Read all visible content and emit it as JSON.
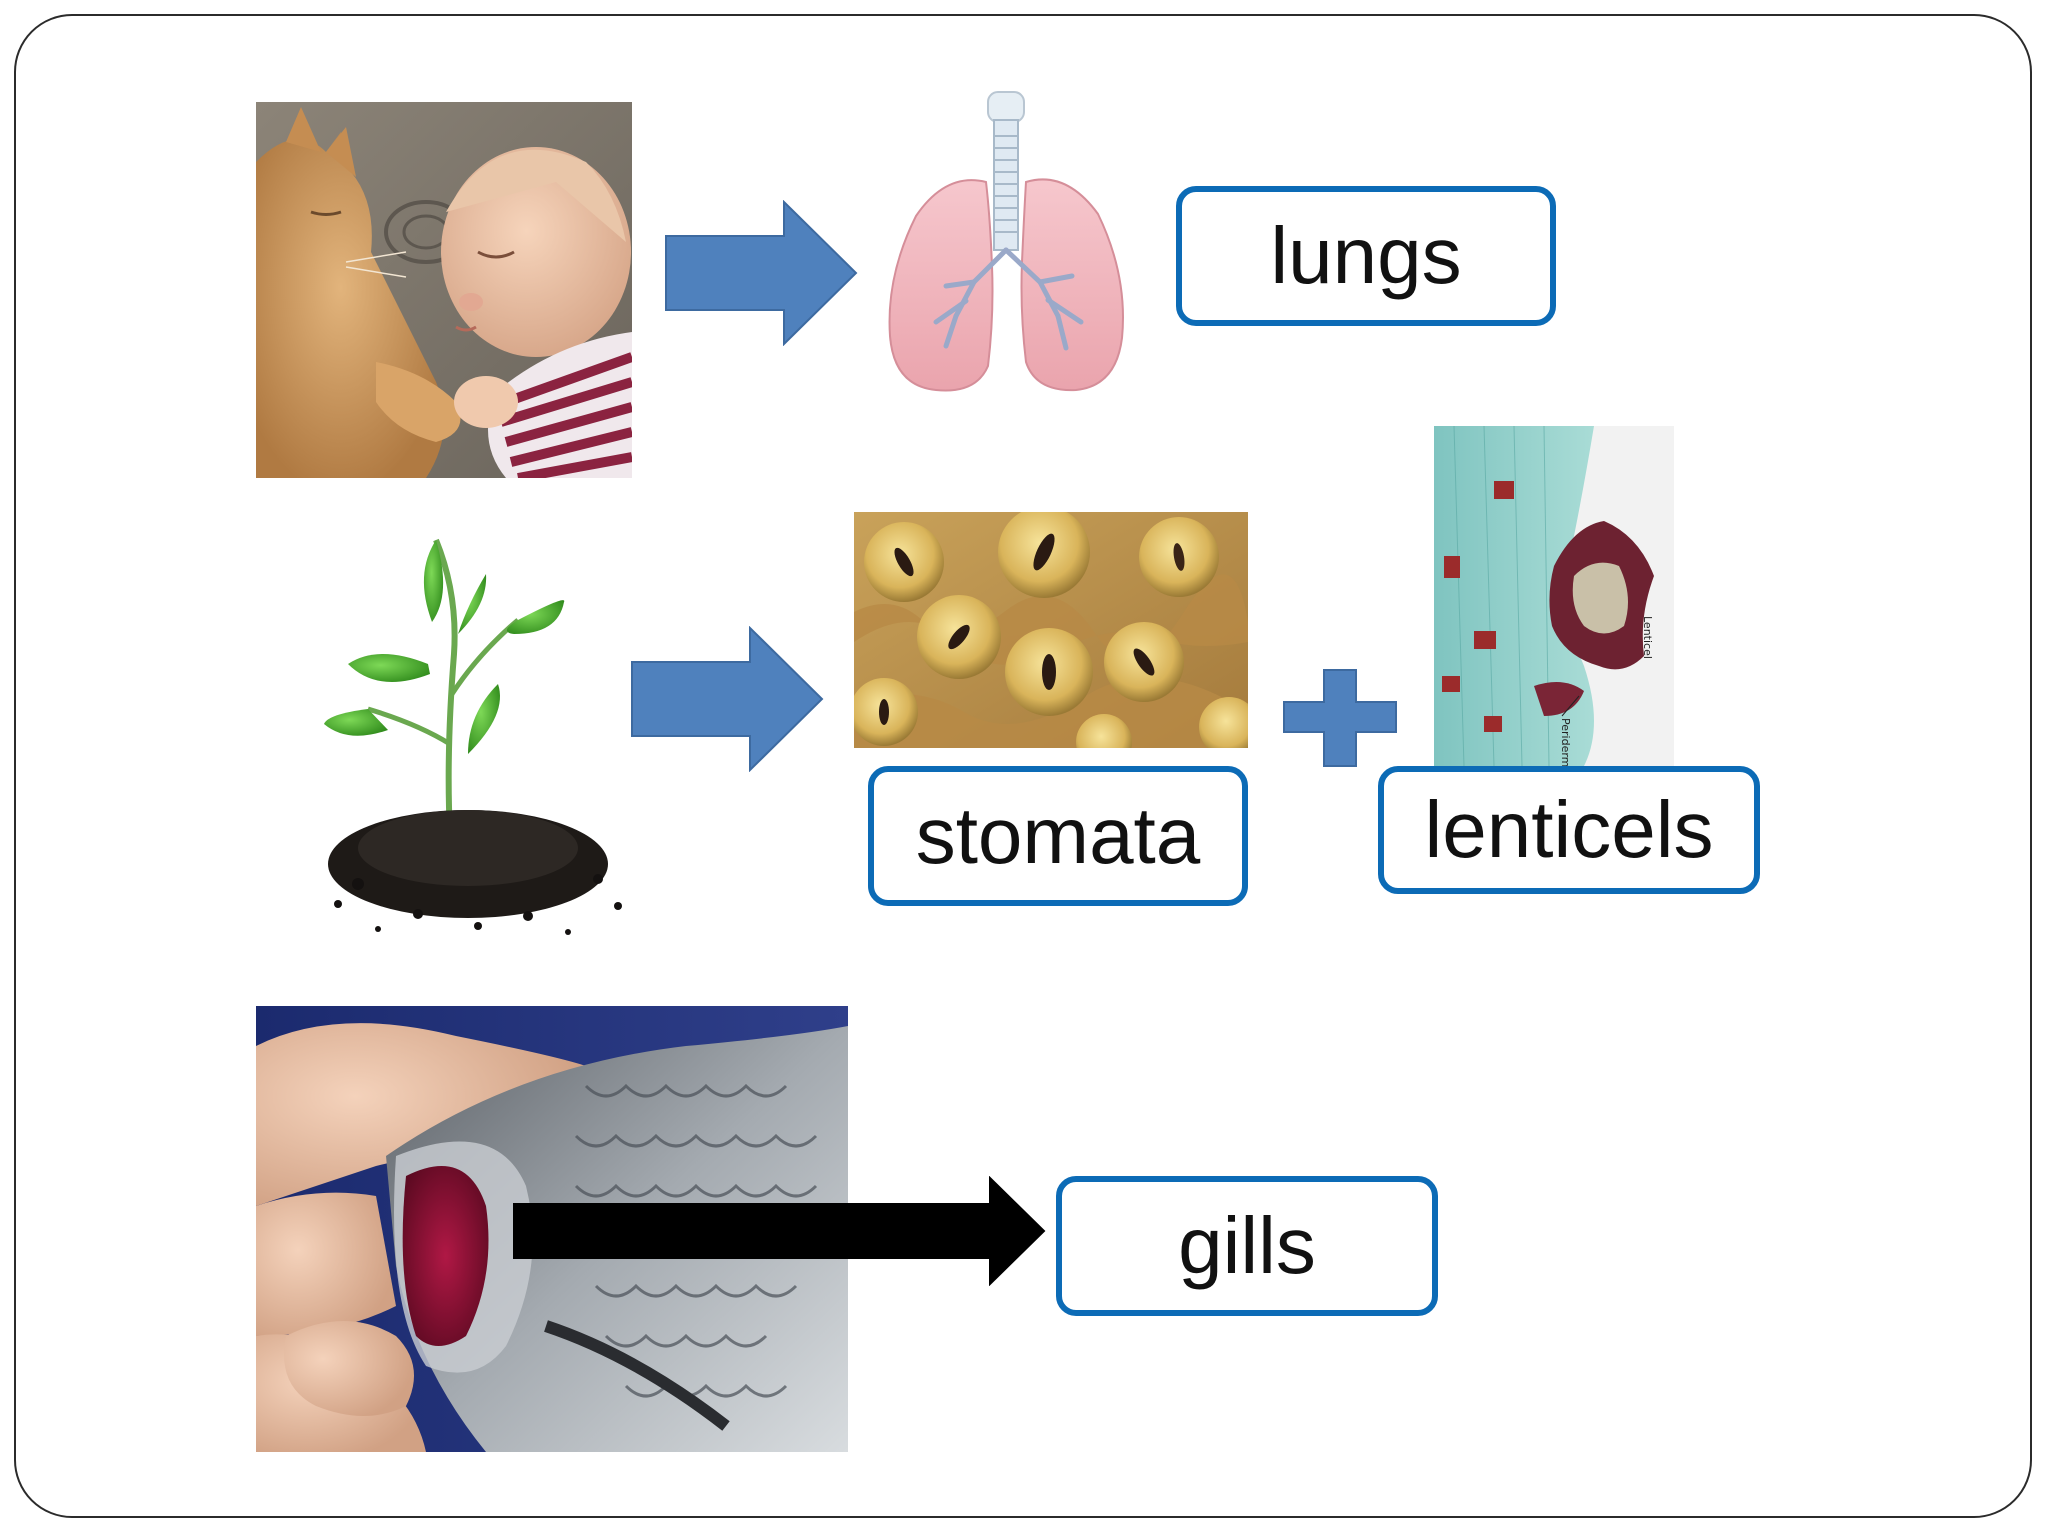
{
  "labels": {
    "lungs": "lungs",
    "stomata": "stomata",
    "lenticels": "lenticels",
    "gills": "gills"
  },
  "micrograph_text": {
    "lenticel": "Lenticel",
    "periderm": "Periderm"
  },
  "icons": {
    "arrow_top": "right-arrow-icon",
    "arrow_middle": "right-arrow-icon",
    "plus": "plus-icon",
    "arrow_bottom": "right-arrow-icon"
  },
  "colors": {
    "label_border": "#0c6bb6",
    "blue_arrow": "#4f81bd",
    "blue_arrow_border": "#3d6aa0",
    "black_arrow": "#000000",
    "frame": "#2b2b2b"
  }
}
